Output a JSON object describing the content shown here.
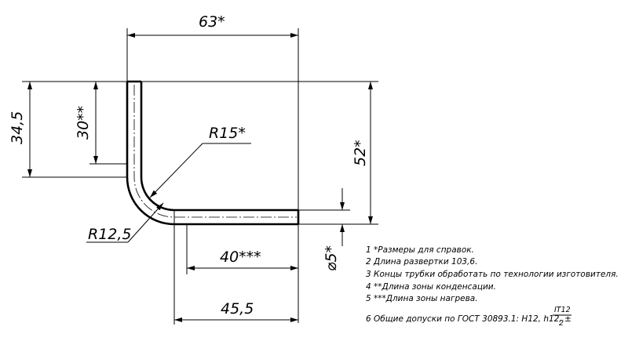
{
  "dimensions": {
    "width_total": "63*",
    "height_left": "34,5",
    "height_inner": "30**",
    "radius_outer": "R15*",
    "radius_inner": "R12,5",
    "height_right": "52*",
    "length_heat": "40***",
    "diameter": "⌀5*",
    "length_bottom": "45,5"
  },
  "notes": [
    "1  *Размеры для справок.",
    "2  Длина развертки 103,6.",
    "3  Концы трубки обработать по технологии изготовителя.",
    "4  **Длина зоны конденсации.",
    "5  ***Длина зоны нагрева."
  ],
  "note6": {
    "text": "6  Общие допуски по ГОСТ 30893.1: H12, h12, ±",
    "numerator": "IT12",
    "denominator": "2"
  }
}
